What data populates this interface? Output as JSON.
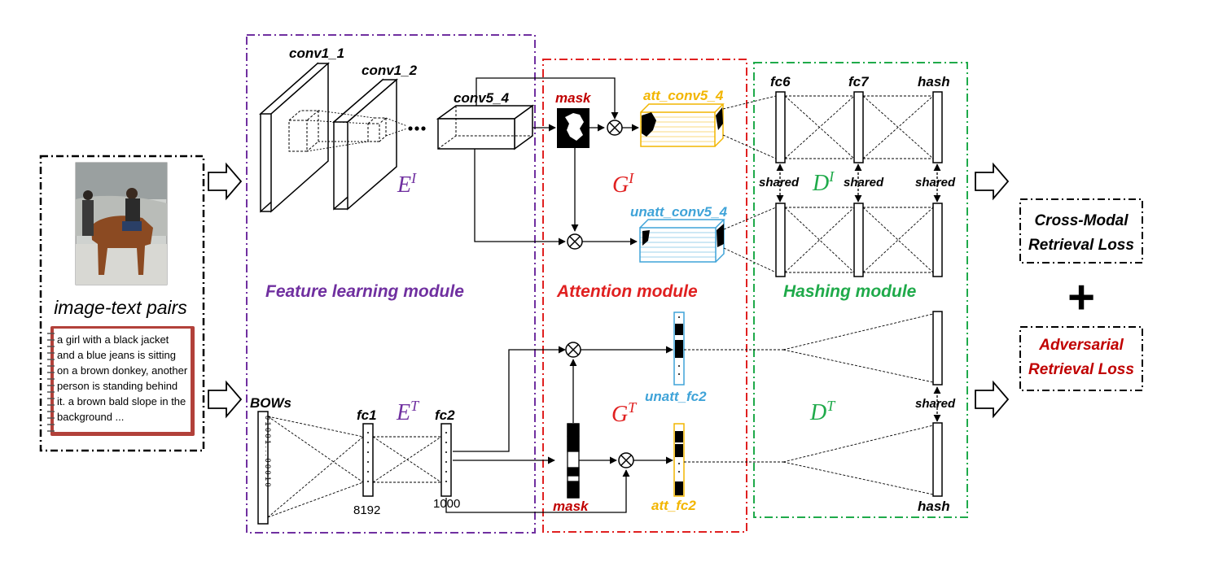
{
  "input": {
    "pair_label": "image-text pairs",
    "caption_lines": [
      "a girl with a black jacket",
      "and a blue jeans is sitting",
      "on a brown donkey, another",
      "person is standing behind",
      "it. a brown bald slope in the",
      "background ..."
    ]
  },
  "feature_module": {
    "title": "Feature  learning module",
    "conv1_1": "conv1_1",
    "conv1_2": "conv1_2",
    "conv5_4": "conv5_4",
    "encoder_image": "E",
    "encoder_image_sup": "I",
    "bows": "BOWs",
    "bows_bits": "0 1 0 0 1 . . . 0 0 0 1 0",
    "fc1": "fc1",
    "fc1_size": "8192",
    "encoder_text": "E",
    "encoder_text_sup": "T",
    "fc2": "fc2",
    "fc2_size": "1000"
  },
  "attention_module": {
    "title": "Attention module",
    "mask_top": "mask",
    "att_conv5_4": "att_conv5_4",
    "unatt_conv5_4": "unatt_conv5_4",
    "gen_image": "G",
    "gen_image_sup": "I",
    "gen_text": "G",
    "gen_text_sup": "T",
    "unatt_fc2": "unatt_fc2",
    "att_fc2": "att_fc2",
    "mask_bottom": "mask"
  },
  "hashing_module": {
    "title": "Hashing module",
    "fc6": "fc6",
    "fc7": "fc7",
    "hash_top": "hash",
    "shared_1": "shared",
    "shared_2": "shared",
    "shared_3": "shared",
    "shared_4": "shared",
    "disc_image": "D",
    "disc_image_sup": "I",
    "disc_text": "D",
    "disc_text_sup": "T",
    "hash_bottom": "hash"
  },
  "losses": {
    "cross_modal_line1": "Cross-Modal",
    "cross_modal_line2": "Retrieval Loss",
    "plus": "+",
    "adversarial_line1": "Adversarial",
    "adversarial_line2": "Retrieval Loss"
  },
  "colors": {
    "feature": "#7030a0",
    "attention": "#e02020",
    "hashing": "#1faa4a",
    "att": "#f2b500",
    "unatt": "#3fa3d8",
    "loss_red": "#c00000"
  }
}
